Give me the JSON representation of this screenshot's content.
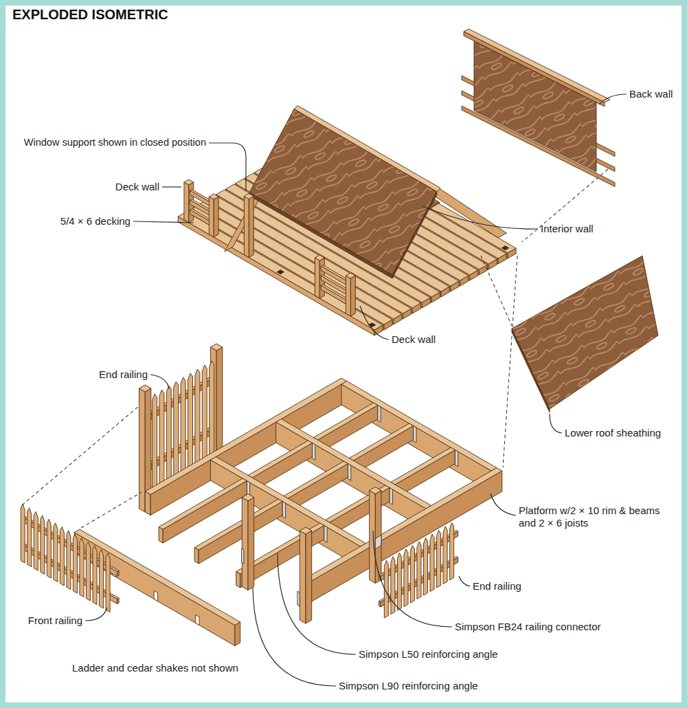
{
  "diagram": {
    "title": "EXPLODED ISOMETRIC",
    "labels": [
      "Window support shown in closed position",
      "Deck wall",
      "5/4 × 6 decking",
      "Back wall",
      "Interior wall",
      "Deck wall",
      "End railing",
      "Lower roof sheathing",
      "Platform w/2 × 10 rim & beams and 2 × 6 joists",
      "End railing",
      "Front railing",
      "Simpson FB24 railing connector",
      "Simpson L50 reinforcing angle",
      "Ladder and cedar shakes not shown",
      "Simpson L90 reinforcing angle"
    ]
  }
}
